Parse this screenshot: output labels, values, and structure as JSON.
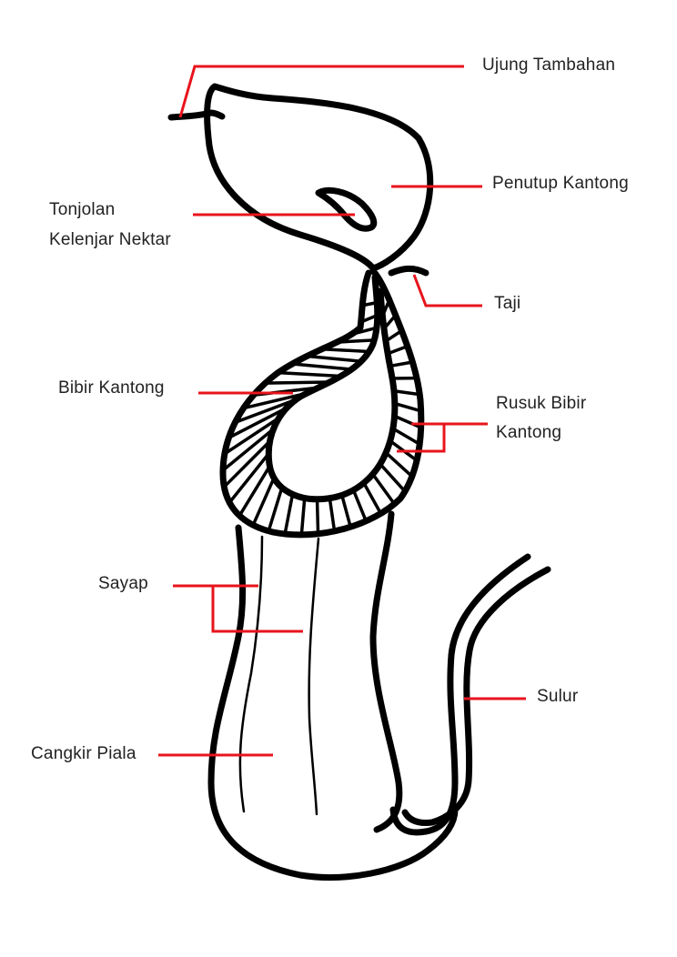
{
  "labels": {
    "ujung_tambahan": "Ujung Tambahan",
    "penutup_kantong": "Penutup Kantong",
    "tonjolan_line1": "Tonjolan",
    "tonjolan_line2": "Kelenjar Nektar",
    "taji": "Taji",
    "bibir_kantong": "Bibir Kantong",
    "rusuk_line1": "Rusuk Bibir",
    "rusuk_line2": "Kantong",
    "sayap": "Sayap",
    "sulur": "Sulur",
    "cangkir_piala": "Cangkir Piala"
  },
  "colors": {
    "leader_line": "#e8141c",
    "outline": "#000000",
    "text": "#222222"
  }
}
